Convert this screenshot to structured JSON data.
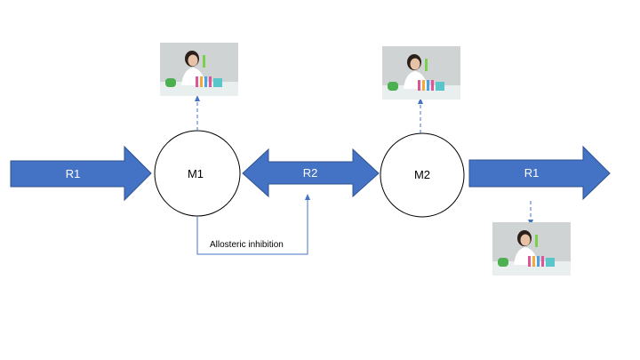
{
  "arrows": {
    "left_r1": "R1",
    "middle_r2": "R2",
    "right_r1": "R1"
  },
  "nodes": {
    "m1": "M1",
    "m2": "M2"
  },
  "inhibition": {
    "label": "Allosteric inhibition"
  },
  "colors": {
    "arrow_fill": "#4472c4",
    "arrow_stroke": "#2f528f",
    "connector": "#4472c4",
    "circle_stroke": "#000000"
  },
  "images": [
    {
      "name": "scientist-photo-m1",
      "subject": "scientist with test tubes"
    },
    {
      "name": "scientist-photo-m2",
      "subject": "scientist with test tubes"
    },
    {
      "name": "scientist-photo-r1",
      "subject": "scientist with test tubes"
    }
  ]
}
